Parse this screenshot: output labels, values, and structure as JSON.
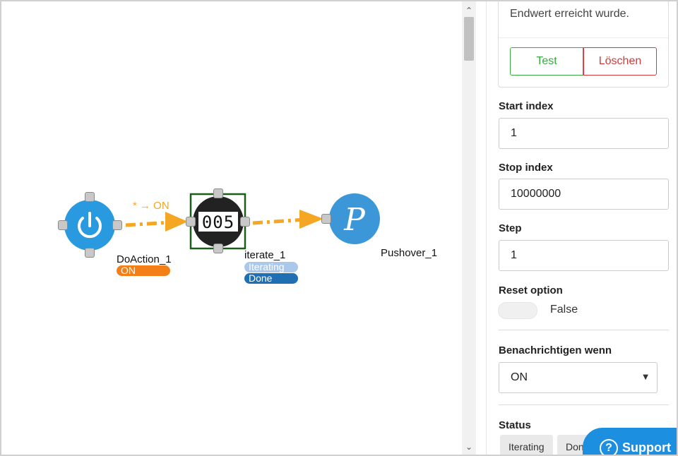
{
  "canvas": {
    "nodes": {
      "doaction": {
        "label": "DoAction_1",
        "badge": "ON"
      },
      "iterate": {
        "label": "iterate_1",
        "counter": "005",
        "badges": [
          "Iterating",
          "Done"
        ]
      },
      "pushover": {
        "label": "Pushover_1",
        "glyph": "P"
      }
    },
    "edges": [
      {
        "label": "* → ON"
      },
      {
        "label": ""
      }
    ]
  },
  "panel": {
    "info_text": "Endwert erreicht wurde.",
    "buttons": {
      "test": "Test",
      "delete": "Löschen"
    },
    "start_index": {
      "label": "Start index",
      "value": "1"
    },
    "stop_index": {
      "label": "Stop index",
      "value": "10000000"
    },
    "step": {
      "label": "Step",
      "value": "1"
    },
    "reset_option": {
      "label": "Reset option",
      "value": "False"
    },
    "notify": {
      "label": "Benachrichtigen wenn",
      "value": "ON"
    },
    "status": {
      "label": "Status",
      "chips": [
        "Iterating",
        "Done"
      ]
    }
  },
  "support": {
    "label": "Support"
  },
  "colors": {
    "node_blue": "#2a9ae0",
    "edge_orange": "#f5a623",
    "badge_orange": "#f57f17",
    "badge_iterating": "#aac8ea",
    "badge_done": "#1f6fb2",
    "selection_green": "#1a5e1a",
    "support_blue": "#1d8fe0"
  },
  "icons": {
    "doaction": "power-icon",
    "pushover": "pushover-p-icon",
    "scroll_up": "chevron-up-icon",
    "scroll_down": "chevron-down-icon",
    "select_caret": "caret-down-icon",
    "support": "question-circle-icon"
  }
}
